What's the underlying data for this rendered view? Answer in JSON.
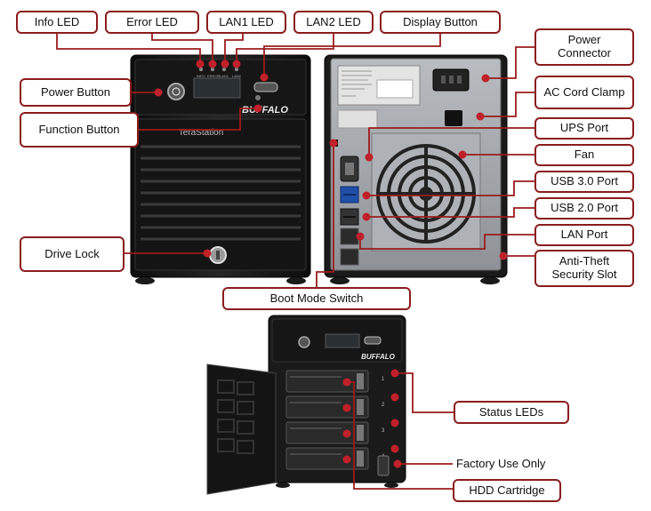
{
  "labels": {
    "info_led": "Info LED",
    "error_led": "Error LED",
    "lan1_led": "LAN1 LED",
    "lan2_led": "LAN2 LED",
    "display_button": "Display Button",
    "power_connector": "Power Connector",
    "ac_cord_clamp": "AC Cord Clamp",
    "power_button": "Power Button",
    "function_button": "Function Button",
    "ups_port": "UPS Port",
    "fan": "Fan",
    "usb3_port": "USB 3.0 Port",
    "usb2_port": "USB 2.0 Port",
    "lan_port": "LAN Port",
    "anti_theft_slot": "Anti-Theft Security Slot",
    "drive_lock": "Drive Lock",
    "boot_mode_switch": "Boot Mode Switch",
    "status_leds": "Status LEDs",
    "factory_use_only": "Factory Use Only",
    "hdd_cartridge": "HDD Cartridge"
  },
  "device": {
    "brand_logo": "BUFFALO",
    "model_name": "TeraStation",
    "led_labels": [
      "INFO",
      "ERROR",
      "LAN1",
      "LAN2"
    ],
    "bay_numbers": [
      "1",
      "2",
      "3",
      "4"
    ]
  },
  "colors": {
    "callout_border": "#8b1c1c",
    "leader_line": "#9b1b1b",
    "dot": "#c0202a",
    "chassis": "#1a1a1a",
    "panel": "#9ea2a6"
  }
}
